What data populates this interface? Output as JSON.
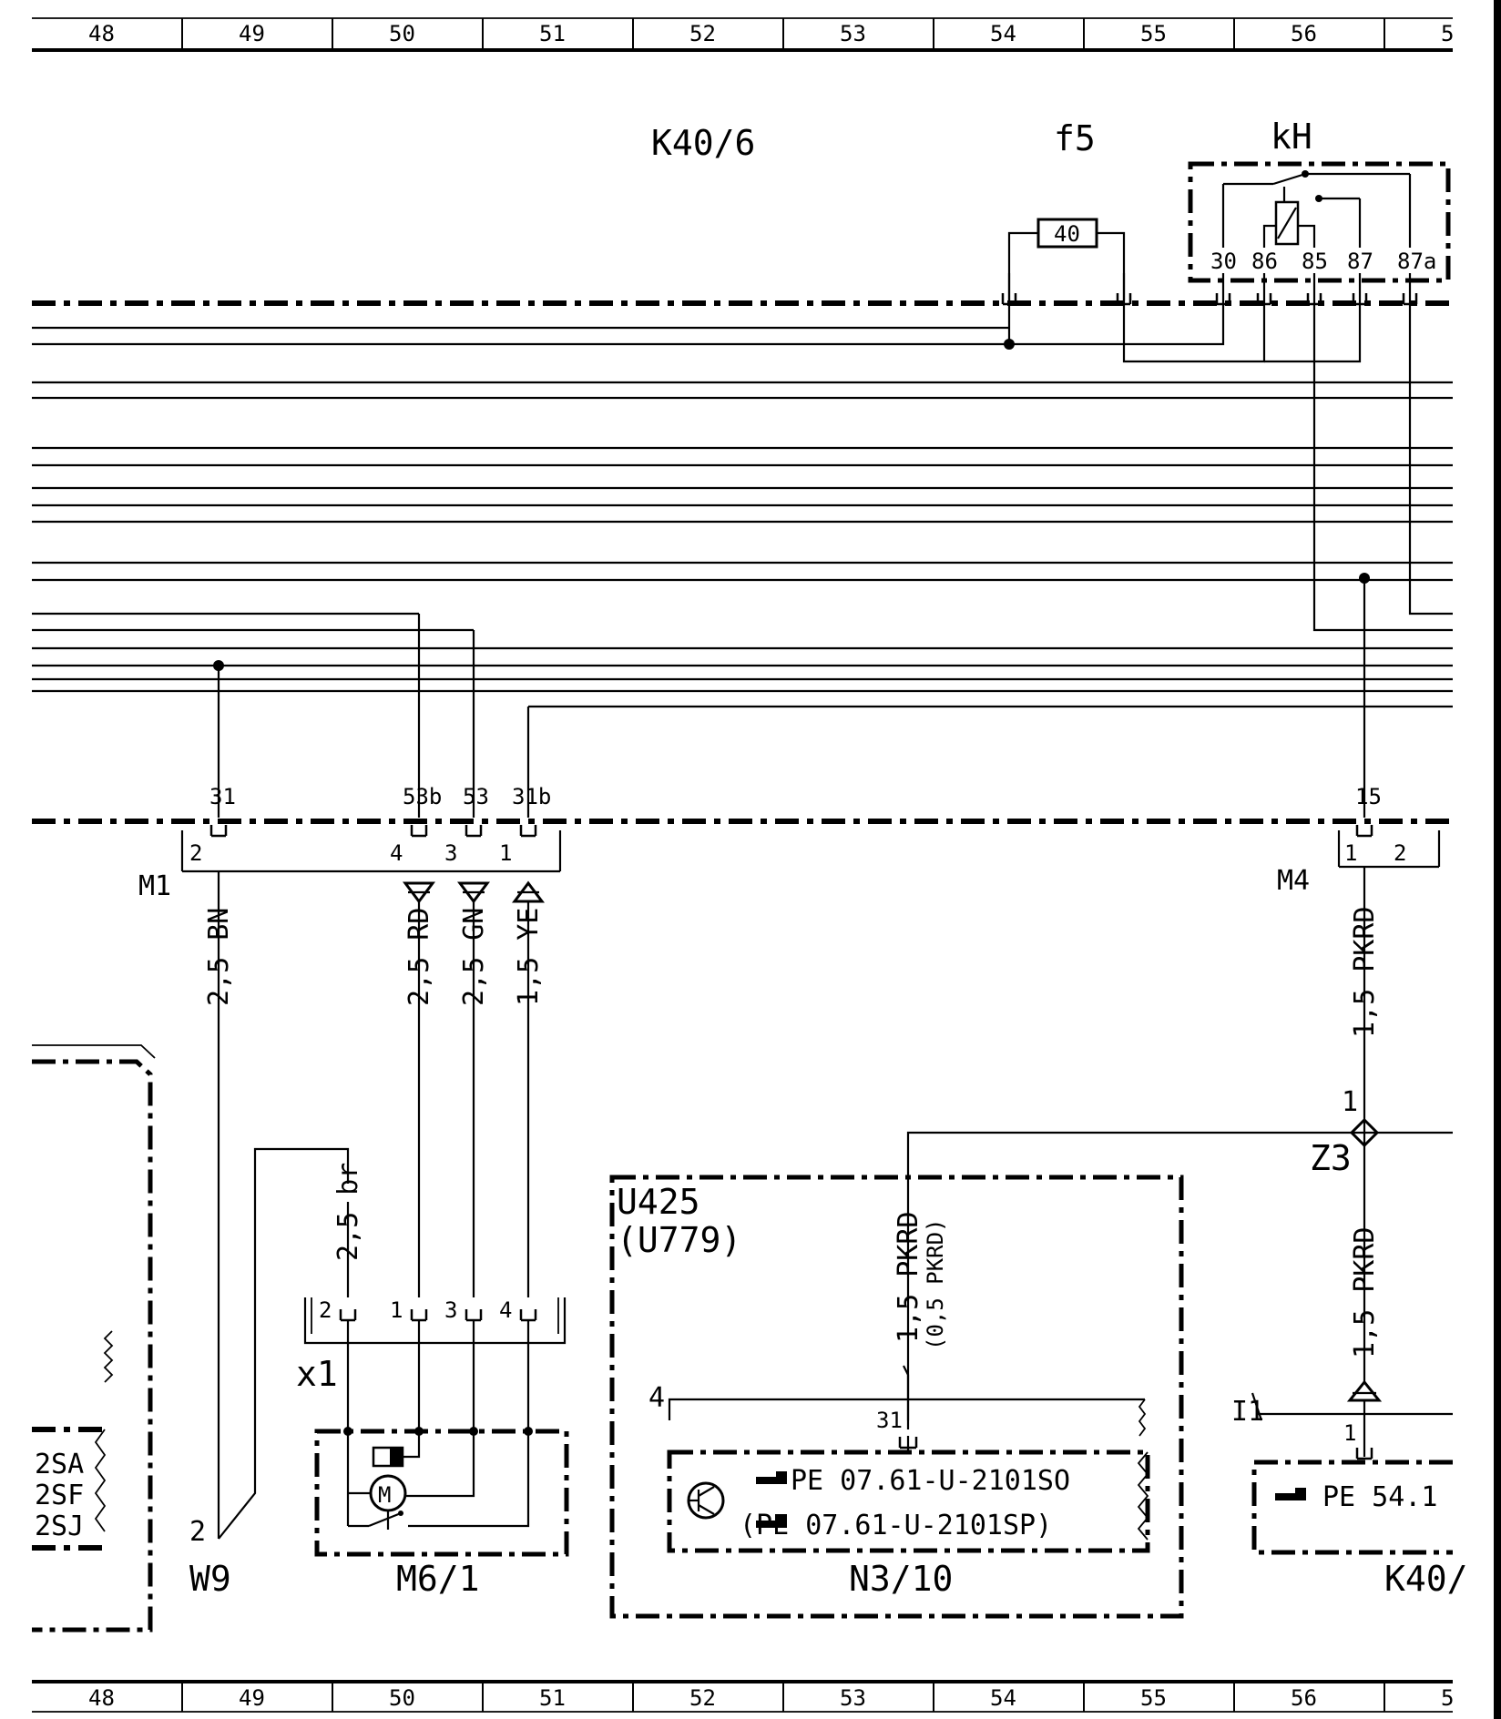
{
  "grid": {
    "columns": [
      "48",
      "49",
      "50",
      "51",
      "52",
      "53",
      "54",
      "55",
      "56",
      "5"
    ]
  },
  "components": {
    "k40_6": "K40/6",
    "f5": "f5",
    "kh": "kH",
    "m1": "M1",
    "m4": "M4",
    "m6_1": "M6/1",
    "x1": "x1",
    "w9": "W9",
    "w9_pin": "2",
    "z3": "Z3",
    "z3_pin": "1",
    "u425": "U425",
    "u779": "(U779)",
    "n3_10": "N3/10",
    "i1": "I1",
    "k40_right": "K40/"
  },
  "fuse": {
    "rating": "40"
  },
  "relay": {
    "terminals": [
      "30",
      "86",
      "85",
      "87",
      "87a"
    ]
  },
  "m1_connector": {
    "terminals": [
      "31",
      "53b",
      "53",
      "31b"
    ],
    "pins": [
      "2",
      "4",
      "3",
      "1"
    ]
  },
  "m4_connector": {
    "terminal": "15",
    "pins": [
      "1",
      "2"
    ]
  },
  "wires": {
    "m1_31": "2,5 BN",
    "m1_53b": "2,5 RD",
    "m1_53": "2,5 GN",
    "m1_31b": "1,5 YE",
    "m4_out": "1,5 PKRD",
    "z3_down": "1,5 PKRD",
    "w9_x1": "2,5 br",
    "n3_feed": "1,5 PKRD",
    "n3_feed_alt": "(0,5 PKRD)"
  },
  "x1_connector": {
    "pins": [
      "2",
      "1",
      "3",
      "4"
    ]
  },
  "n3_10_block": {
    "pin_left": "4",
    "terminal": "31",
    "ref1": "PE  07.61-U-2101SO",
    "ref2": "(PE  07.61-U-2101SP)"
  },
  "left_block": {
    "labels": [
      "2SA",
      "2SF",
      "2SJ"
    ]
  },
  "k40_block": {
    "terminal": "1",
    "ref": "PE  54.1"
  },
  "icons": [
    "hand-pointer-icon",
    "transistor-icon",
    "motor-icon",
    "ground-arrow-icon"
  ]
}
